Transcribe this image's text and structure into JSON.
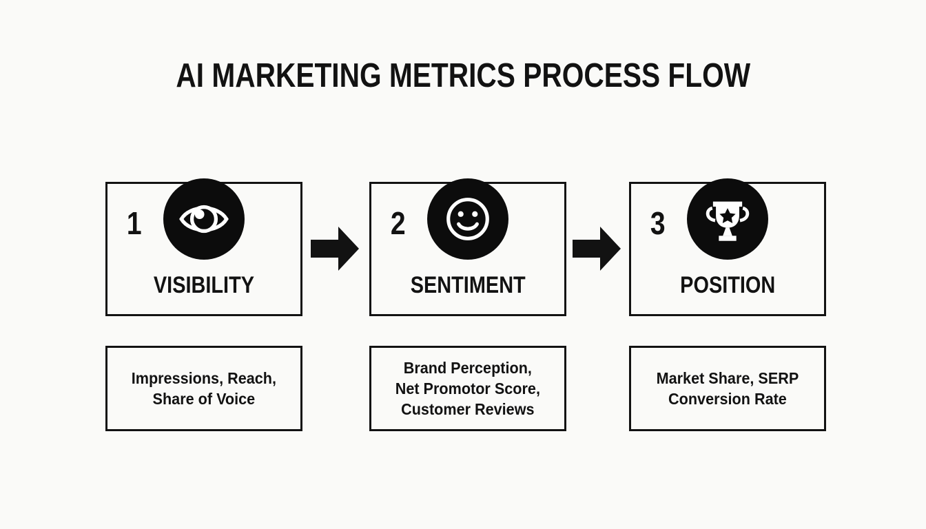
{
  "title": "AI MARKETING METRICS PROCESS FLOW",
  "colors": {
    "background": "#FAFAF8",
    "ink": "#121212",
    "circle_fill": "#0C0C0C",
    "icon_on_circle": "#FFFFFF"
  },
  "steps": [
    {
      "number": "1",
      "label": "VISIBILITY",
      "icon": "eye-icon",
      "metrics_lines": [
        "Impressions, Reach,",
        "Share of Voice"
      ]
    },
    {
      "number": "2",
      "label": "SENTIMENT",
      "icon": "smiley-face-icon",
      "metrics_lines": [
        "Brand Perception,",
        "Net Promotor Score,",
        "Customer Reviews"
      ]
    },
    {
      "number": "3",
      "label": "POSITION",
      "icon": "trophy-icon",
      "metrics_lines": [
        "Market Share, SERP",
        "Conversion Rate"
      ]
    }
  ],
  "connectors": [
    {
      "icon": "arrow-right-icon"
    },
    {
      "icon": "arrow-right-icon"
    }
  ]
}
